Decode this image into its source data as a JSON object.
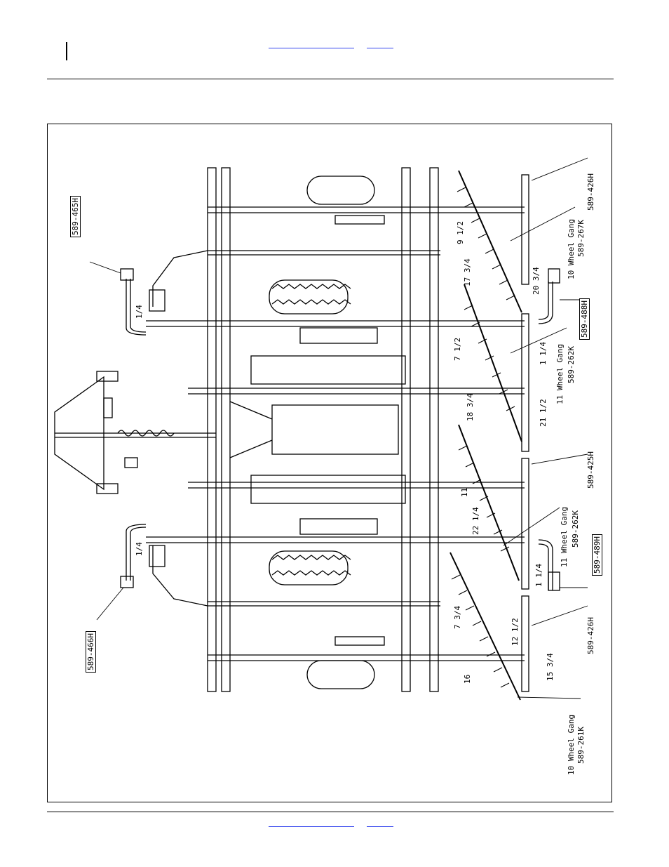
{
  "labels": {
    "p465h": "589-465H",
    "p466h": "589-466H",
    "p426h_top": "589-426H",
    "p426h_bot": "589-426H",
    "p267k": "589-267K",
    "p262k_a": "589-262K",
    "p262k_b": "589-262K",
    "p488h": "589-488H",
    "p489h": "589-489H",
    "p425h": "589-425H",
    "p261k": "589-261K",
    "wg10a": "10 Wheel Gang",
    "wg11a": "11 Wheel Gang",
    "wg11b": "11 Wheel Gang",
    "wg10b": "10 Wheel Gang"
  },
  "dimensions": {
    "d1": "9 1/2",
    "d2": "17 3/4",
    "d3": "20 3/4",
    "d4": "7 1/2",
    "d5": "1 1/4",
    "d6": "18 3/4",
    "d7": "21 1/2",
    "d8": "11",
    "d9": "22 1/4",
    "d10": "1 1/4",
    "d11": "7 3/4",
    "d12": "12 1/2",
    "d13": "16",
    "d14": "15 3/4",
    "d15": "1/4",
    "d16": "1/4"
  },
  "colors": {
    "link": "#3344ee",
    "line": "#000000"
  }
}
